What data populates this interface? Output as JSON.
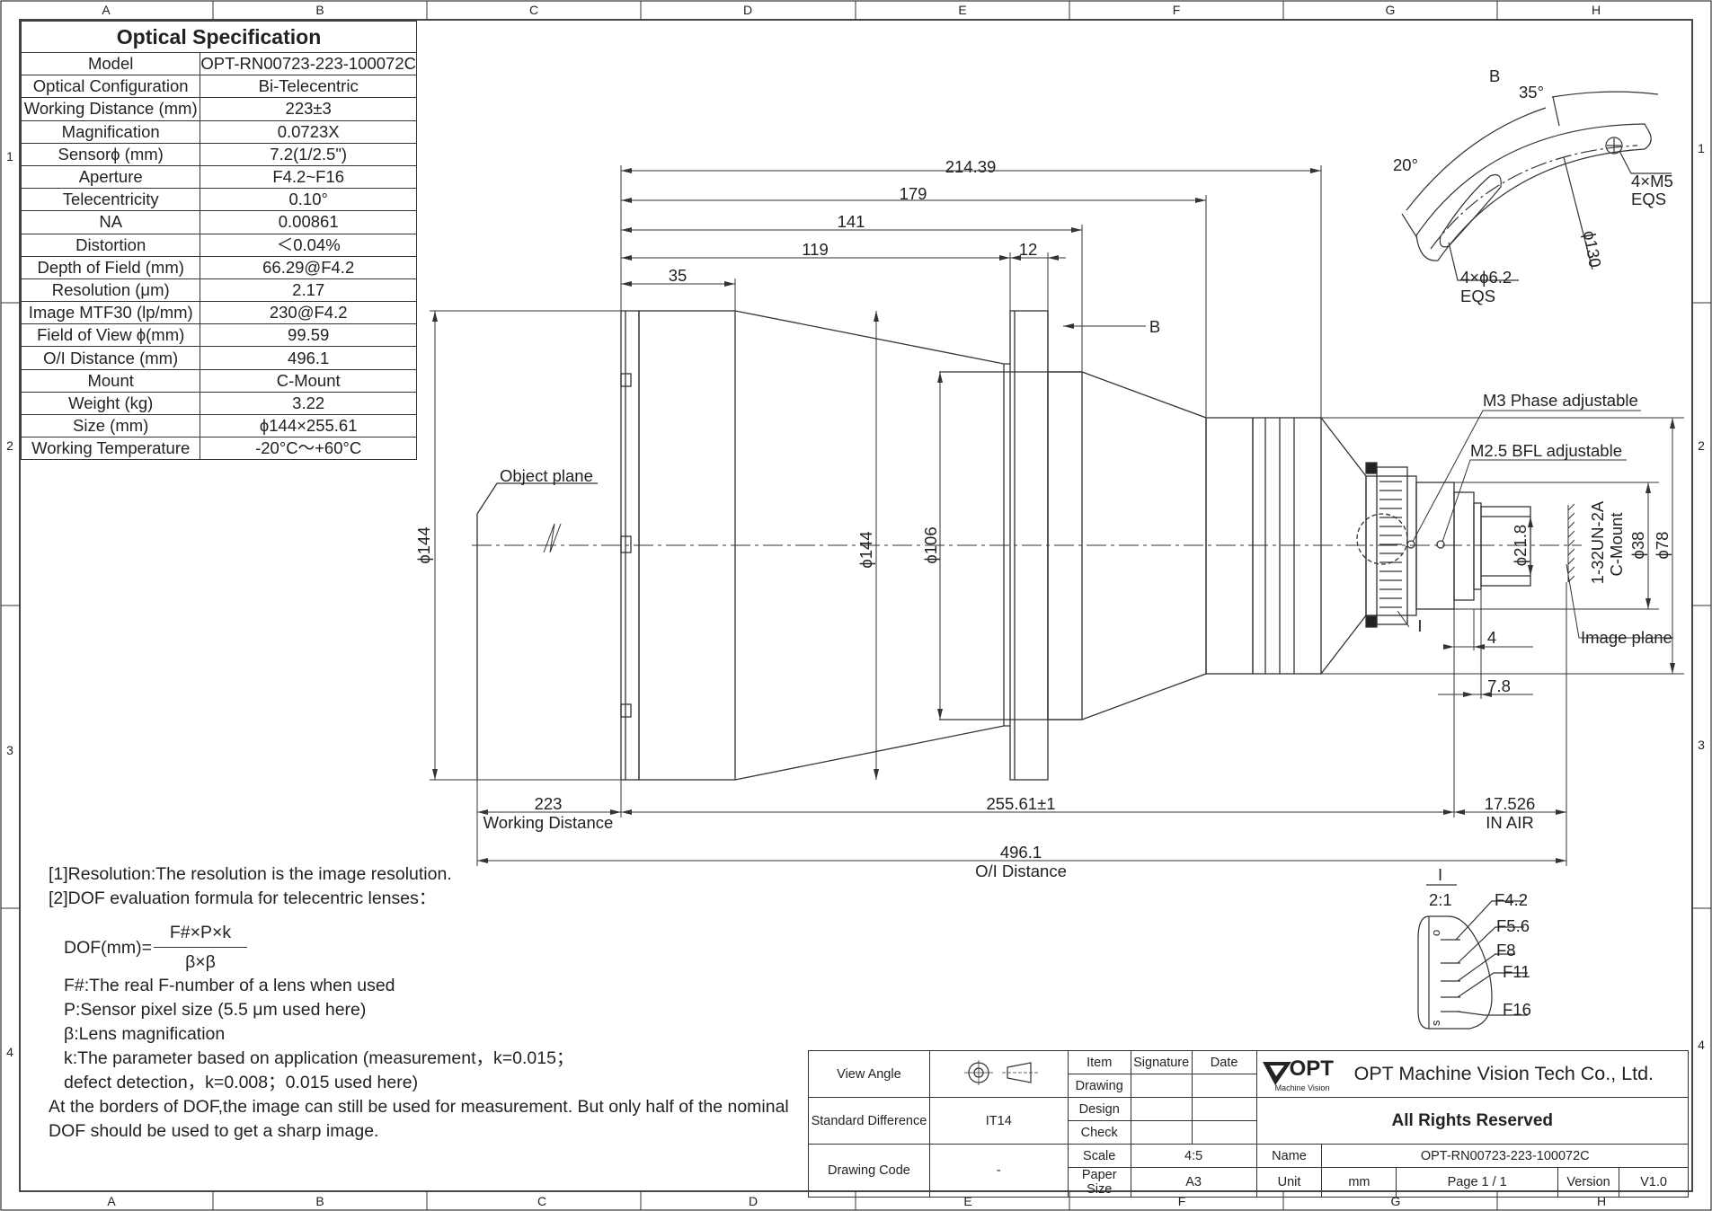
{
  "border": {
    "columns": [
      "A",
      "B",
      "C",
      "D",
      "E",
      "F",
      "G",
      "H"
    ],
    "rows": [
      "1",
      "2",
      "3",
      "4"
    ]
  },
  "spec": {
    "title": "Optical Specification",
    "rows": [
      {
        "k": "Model",
        "v": "OPT-RN00723-223-100072C"
      },
      {
        "k": "Optical Configuration",
        "v": "Bi-Telecentric"
      },
      {
        "k": "Working Distance (mm)",
        "v": "223±3"
      },
      {
        "k": "Magnification",
        "v": "0.0723X"
      },
      {
        "k": "Sensorϕ (mm)",
        "v": "7.2(1/2.5\")"
      },
      {
        "k": "Aperture",
        "v": "F4.2~F16"
      },
      {
        "k": "Telecentricity",
        "v": "0.10°"
      },
      {
        "k": "NA",
        "v": "0.00861"
      },
      {
        "k": "Distortion",
        "v": "＜0.04%"
      },
      {
        "k": "Depth of Field (mm)",
        "v": "66.29@F4.2"
      },
      {
        "k": "Resolution (μm)",
        "v": "2.17"
      },
      {
        "k": "Image MTF30 (lp/mm)",
        "v": "230@F4.2"
      },
      {
        "k": "Field of View ϕ(mm)",
        "v": "99.59"
      },
      {
        "k": "O/I Distance (mm)",
        "v": "496.1"
      },
      {
        "k": "Mount",
        "v": "C-Mount"
      },
      {
        "k": "Weight (kg)",
        "v": "3.22"
      },
      {
        "k": "Size (mm)",
        "v": "ϕ144×255.61"
      },
      {
        "k": "Working Temperature",
        "v": "-20°C～+60°C"
      }
    ]
  },
  "dims": {
    "d214": "214.39",
    "d179": "179",
    "d141": "141",
    "d119": "119",
    "d12": "12",
    "d35": "35",
    "wd": "223",
    "wd_label": "Working Distance",
    "len": "255.61±1",
    "bfl": "17.526",
    "bfl_label": "IN AIR",
    "oi": "496.1",
    "oi_label": "O/I Distance",
    "phi144a": "ϕ144",
    "phi144b": "ϕ144",
    "phi106": "ϕ106",
    "phi21": "ϕ21.8",
    "phi38": "ϕ38",
    "phi78": "ϕ78",
    "thread": "1-32UN-2A",
    "mount": "C-Mount",
    "d4": "4",
    "d78": "7.8",
    "view_b": "B",
    "detail_i": "I",
    "object_plane": "Object plane",
    "image_plane": "Image plane",
    "m3": "M3 Phase adjustable",
    "m25": "M2.5 BFL adjustable"
  },
  "detail_b": {
    "title": "B",
    "a35": "35°",
    "a20": "20°",
    "m5": "4×M5",
    "eqs1": "EQS",
    "h62": "4×ϕ6.2",
    "eqs2": "EQS",
    "phi130": "ϕ130"
  },
  "detail_i": {
    "title": "I",
    "scale": "2:1",
    "f": [
      "F4.2",
      "F5.6",
      "F8",
      "F11",
      "F16"
    ],
    "mark_o": "o",
    "mark_s": "s"
  },
  "notes": {
    "n1": "[1]Resolution:The resolution is  the image resolution.",
    "n2": "[2]DOF evaluation formula for telecentric lenses：",
    "dof_lhs": "DOF(mm)=",
    "dof_num": "F#×P×k",
    "dof_den": "β×β",
    "f_def": "F#:The real F-number of a lens when used",
    "p_def": "P:Sensor pixel size (5.5 μm used here)",
    "b_def": "β:Lens magnification",
    "k_def1": "k:The parameter based on application (measurement，k=0.015；",
    "k_def2": "defect detection，k=0.008；0.015 used here)",
    "border1": "At the borders of DOF,the image can still be used for measurement. But only half of the nominal",
    "border2": "DOF should be used to get a sharp image."
  },
  "title_block": {
    "view_angle": "View Angle",
    "std_diff": "Standard Difference",
    "std_val": "IT14",
    "drawing_code": "Drawing Code",
    "code_val": "-",
    "item": "Item",
    "signature": "Signature",
    "date": "Date",
    "drawing": "Drawing",
    "design": "Design",
    "check": "Check",
    "scale": "Scale",
    "scale_val": "4:5",
    "paper": "Paper Size",
    "paper_val": "A3",
    "logo": "OPT",
    "logo_sub": "Machine Vision",
    "company": "OPT Machine Vision Tech Co., Ltd.",
    "rights": "All Rights Reserved",
    "name": "Name",
    "name_val": "OPT-RN00723-223-100072C",
    "unit": "Unit",
    "unit_val": "mm",
    "page": "Page  1 / 1",
    "version": "Version",
    "version_val": "V1.0"
  }
}
